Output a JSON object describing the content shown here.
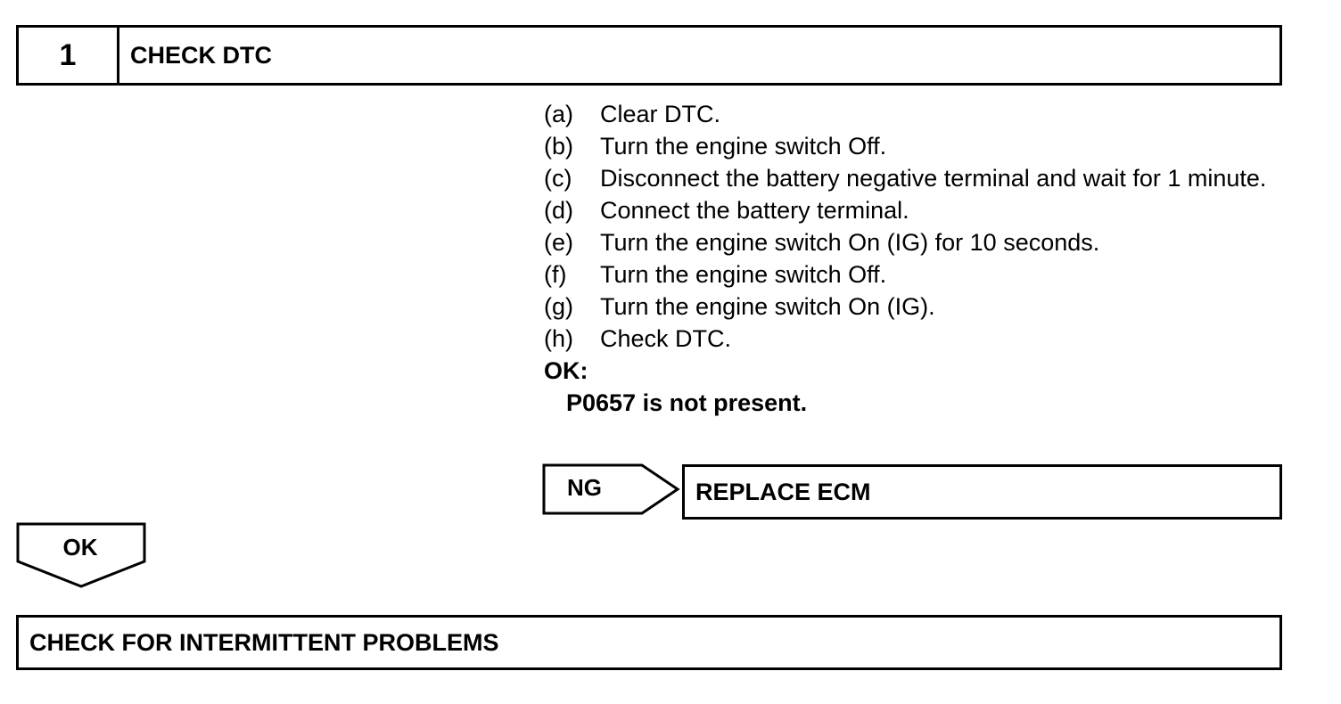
{
  "step": {
    "number": "1",
    "title": "CHECK DTC"
  },
  "procedure": {
    "items": [
      {
        "label": "(a)",
        "text": "Clear DTC."
      },
      {
        "label": "(b)",
        "text": "Turn the engine switch Off."
      },
      {
        "label": "(c)",
        "text": "Disconnect the battery negative terminal and wait for 1 minute."
      },
      {
        "label": "(d)",
        "text": "Connect the battery terminal."
      },
      {
        "label": "(e)",
        "text": "Turn the engine switch On (IG) for 10 seconds."
      },
      {
        "label": "(f)",
        "text": "Turn the engine switch Off."
      },
      {
        "label": "(g)",
        "text": "Turn the engine switch On (IG)."
      },
      {
        "label": "(h)",
        "text": "Check DTC."
      }
    ],
    "ok_label": "OK:",
    "ok_value": "P0657 is not present."
  },
  "ng_branch": {
    "label": "NG",
    "action": "REPLACE ECM"
  },
  "ok_branch": {
    "label": "OK",
    "action": "CHECK FOR INTERMITTENT PROBLEMS"
  }
}
